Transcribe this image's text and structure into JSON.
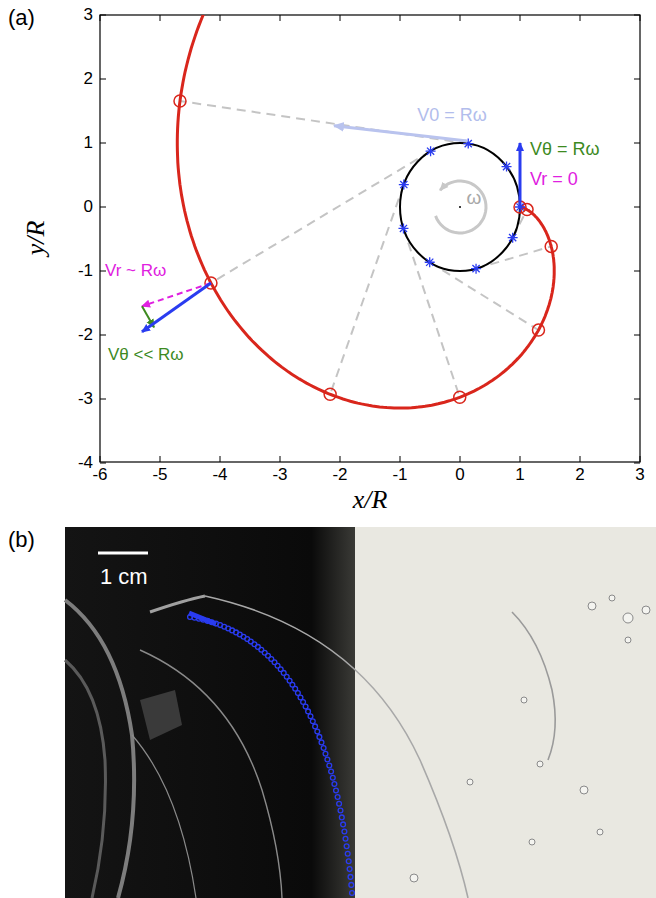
{
  "diagram": {
    "labels": [
      "(a)",
      "(b)",
      "3",
      "2",
      "1",
      "0",
      "-1",
      "-2",
      "-3",
      "-4",
      "-6",
      "-5",
      "-4",
      "-3",
      "-2",
      "-1",
      "0",
      "1",
      "2",
      "3",
      "y/R",
      "x/R",
      "V0 = Rω",
      "Vθ = Rω",
      "Vr = 0",
      "ω",
      "Vr ~ Rω",
      "Vθ << Rω",
      "1 cm"
    ]
  }
}
